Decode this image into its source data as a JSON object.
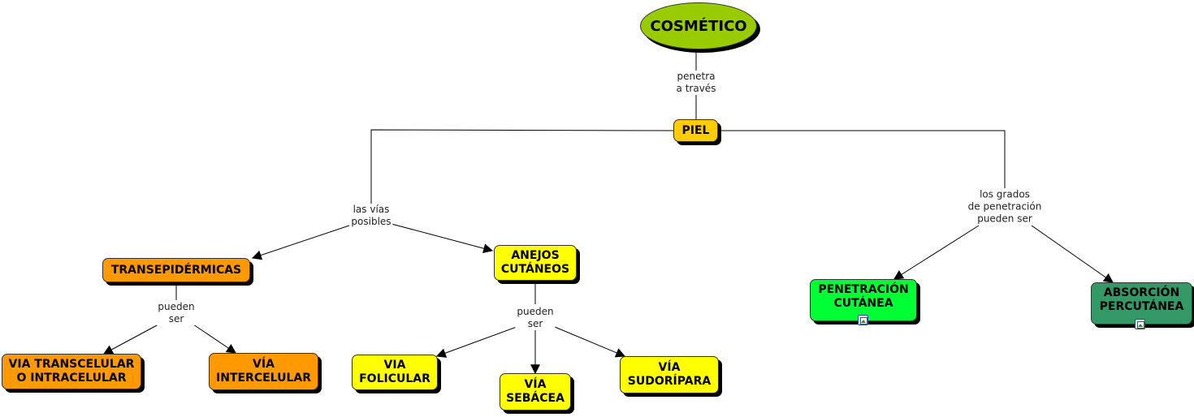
{
  "colors": {
    "root": "#99cc00",
    "piel": "#ffcc00",
    "orange": "#ff9900",
    "yellow": "#ffff00",
    "bright_green": "#00ff33",
    "dark_green": "#339966"
  },
  "nodes": {
    "cosmetico": "COSMÉTICO",
    "piel": "PIEL",
    "transepidermicas": "TRANSEPIDÉRMICAS",
    "anejos": "ANEJOS\nCUTÁNEOS",
    "transcelular": "VIA TRANSCELULAR\nO INTRACELULAR",
    "intercelular": "VÍA\nINTERCELULAR",
    "folicular": "VIA\nFOLICULAR",
    "sebacea": "VÍA\nSEBÁCEA",
    "sudoripara": "VÍA\nSUDORÍPARA",
    "penetracion": "PENETRACIÓN\nCUTÁNEA",
    "absorcion": "ABSORCIÓN\nPERCUTÁNEA"
  },
  "links": {
    "penetra": "penetra\na través",
    "vias": "las vías\nposibles",
    "grados": "los grados\nde penetración\npueden ser",
    "pueden_trans": "pueden\nser",
    "pueden_anejos": "pueden\nser"
  },
  "icons": {
    "penetracion": "image-icon",
    "absorcion": "image-icon"
  }
}
